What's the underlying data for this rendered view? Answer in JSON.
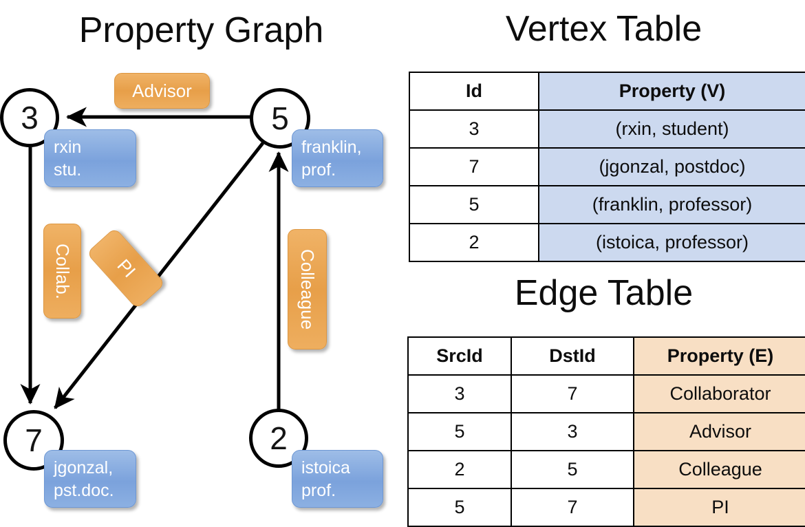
{
  "titles": {
    "property_graph": "Property Graph",
    "vertex_table": "Vertex Table",
    "edge_table": "Edge Table"
  },
  "graph": {
    "nodes": [
      {
        "id": "3",
        "label": "3",
        "property_lines": [
          "rxin",
          "stu."
        ]
      },
      {
        "id": "5",
        "label": "5",
        "property_lines": [
          "franklin,",
          "prof."
        ]
      },
      {
        "id": "7",
        "label": "7",
        "property_lines": [
          "jgonzal,",
          "pst.doc."
        ]
      },
      {
        "id": "2",
        "label": "2",
        "property_lines": [
          "istoica",
          "prof."
        ]
      }
    ],
    "edge_labels": [
      {
        "name": "advisor",
        "text": "Advisor"
      },
      {
        "name": "collab",
        "text": "Collab."
      },
      {
        "name": "pi",
        "text": "PI"
      },
      {
        "name": "colleague",
        "text": "Colleague"
      }
    ]
  },
  "vertex_table": {
    "headers": [
      "Id",
      "Property (V)"
    ],
    "rows": [
      {
        "id": "3",
        "property": "(rxin, student)"
      },
      {
        "id": "7",
        "property": "(jgonzal, postdoc)"
      },
      {
        "id": "5",
        "property": "(franklin, professor)"
      },
      {
        "id": "2",
        "property": "(istoica, professor)"
      }
    ]
  },
  "edge_table": {
    "headers": [
      "SrcId",
      "DstId",
      "Property (E)"
    ],
    "rows": [
      {
        "src": "3",
        "dst": "7",
        "property": "Collaborator"
      },
      {
        "src": "5",
        "dst": "3",
        "property": "Advisor"
      },
      {
        "src": "2",
        "dst": "5",
        "property": "Colleague"
      },
      {
        "src": "5",
        "dst": "7",
        "property": "PI"
      }
    ]
  },
  "colors": {
    "vertex_property_fill": "#ccd9ef",
    "edge_property_fill": "#f8dfc4",
    "node_box_blue": "#7ba2dc",
    "edge_label_orange": "#e79f49"
  }
}
